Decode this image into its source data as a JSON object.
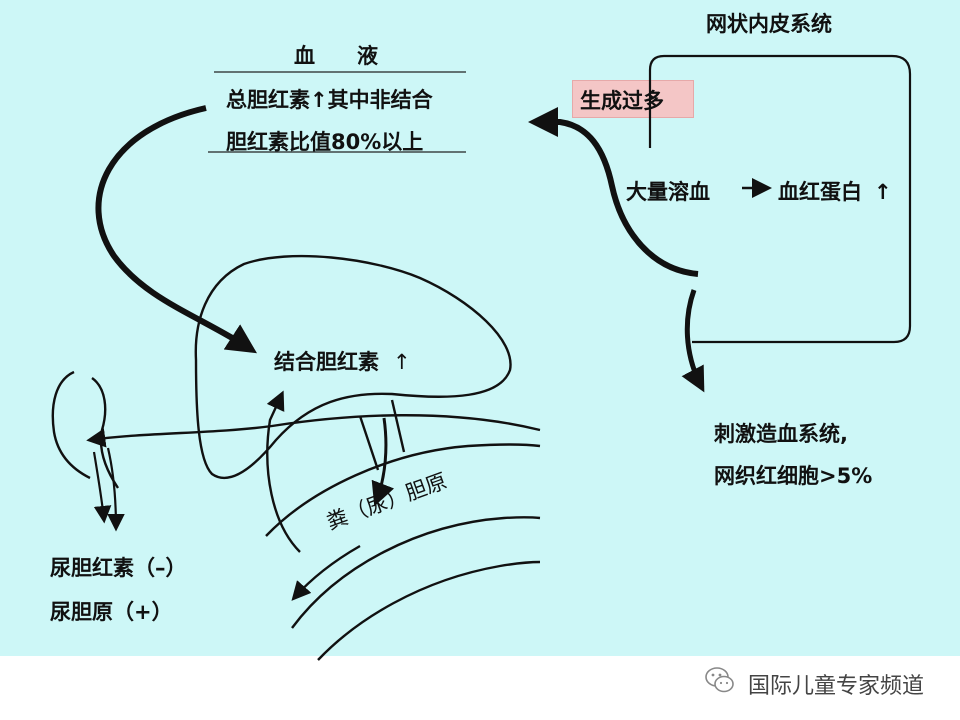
{
  "blood": {
    "title": "血　　液",
    "line1": "总胆红素",
    "line1b": "其中非结合",
    "line2": "胆红素比值80%以上"
  },
  "res": {
    "title": "网状内皮系统",
    "overproduction": "生成过多",
    "hemolysis": "大量溶血",
    "hemoglobin": "血红蛋白"
  },
  "marrow": {
    "line1": "刺激造血系统,",
    "line2": "网织红细胞>5%"
  },
  "liver": {
    "conjugated": "结合胆红素"
  },
  "intestine": {
    "label": "粪（尿）胆原"
  },
  "kidney": {
    "urobilin": "尿胆红素（–）",
    "urobilinogen": "尿胆原（+）"
  },
  "watermark": {
    "text": "国际儿童专家频道",
    "icon": "wechat-icon"
  },
  "colors": {
    "background": "#cdf7f7",
    "highlight": "#f4c6c6"
  }
}
